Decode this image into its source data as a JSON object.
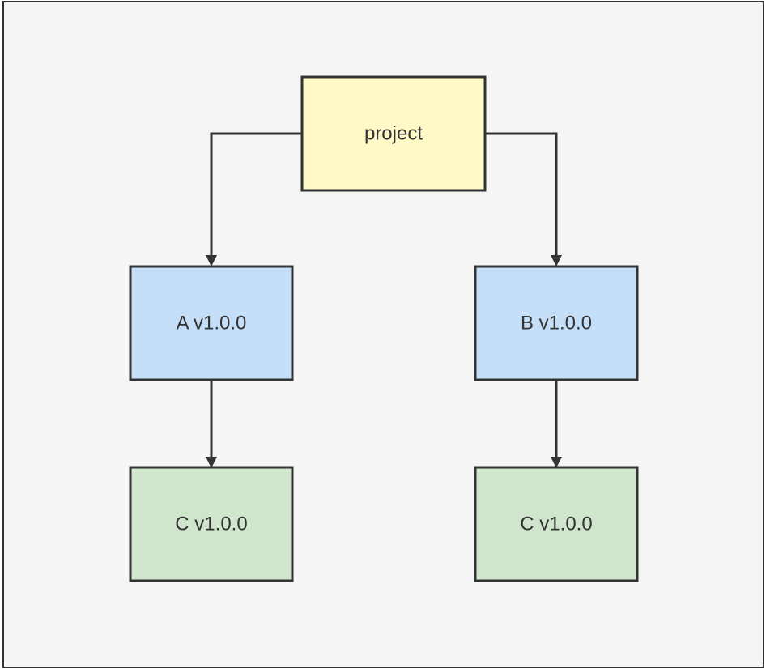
{
  "nodes": {
    "project": {
      "label": "project",
      "fill": "#fff9c8"
    },
    "a": {
      "label": "A v1.0.0",
      "fill": "#c5dff8"
    },
    "b": {
      "label": "B v1.0.0",
      "fill": "#c5dff8"
    },
    "c_left": {
      "label": "C v1.0.0",
      "fill": "#cfe5cc"
    },
    "c_right": {
      "label": "C v1.0.0",
      "fill": "#cfe5cc"
    }
  },
  "edges": [
    {
      "from": "project",
      "to": "a"
    },
    {
      "from": "project",
      "to": "b"
    },
    {
      "from": "a",
      "to": "c_left"
    },
    {
      "from": "b",
      "to": "c_right"
    }
  ],
  "colors": {
    "background": "#f5f5f5",
    "stroke": "#333333"
  }
}
